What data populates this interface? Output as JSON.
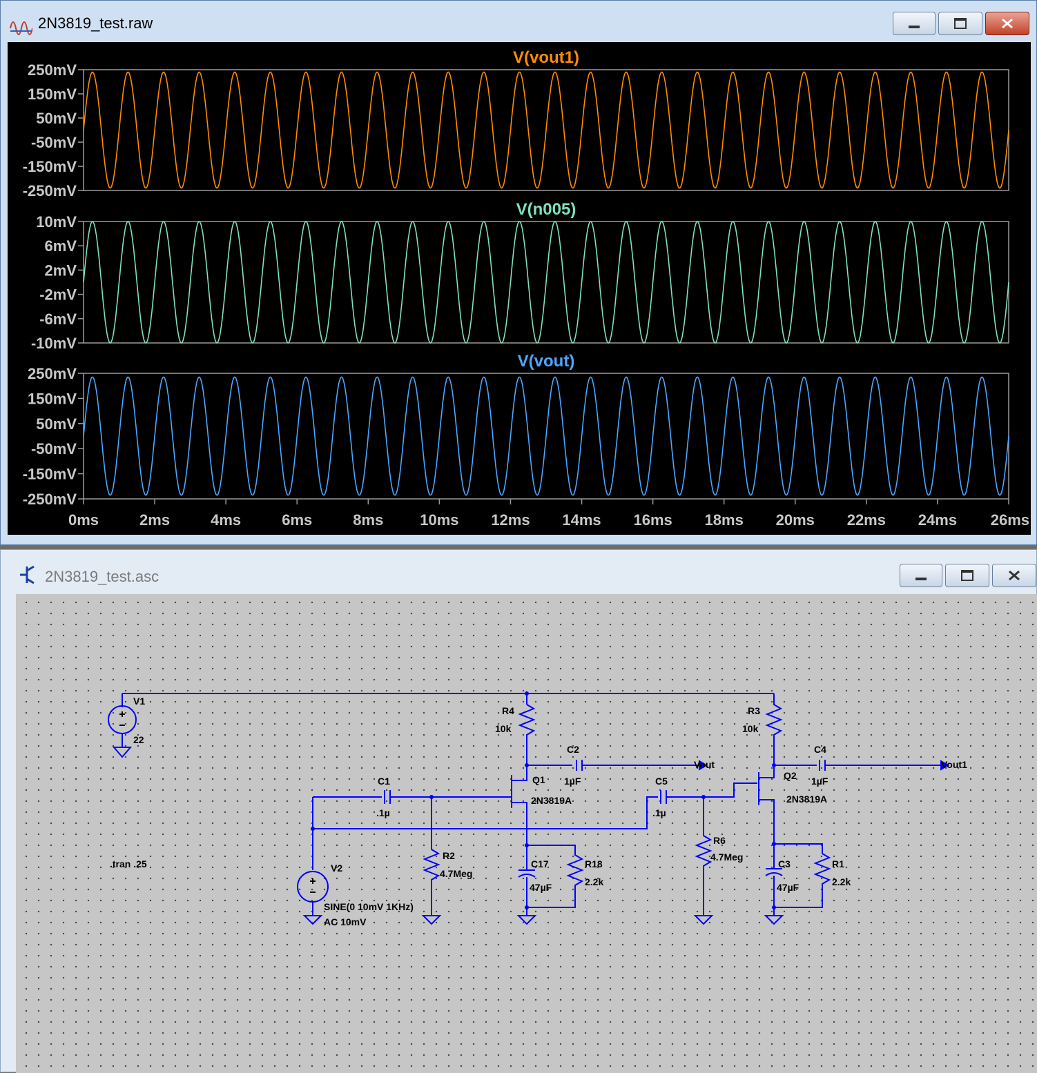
{
  "waveform_window": {
    "title": "2N3819_test.raw",
    "x_ticks": [
      "0ms",
      "2ms",
      "4ms",
      "6ms",
      "8ms",
      "10ms",
      "12ms",
      "14ms",
      "16ms",
      "18ms",
      "20ms",
      "22ms",
      "24ms",
      "26ms"
    ]
  },
  "schematic_window": {
    "title": "2N3819_test.asc",
    "labels": {
      "v1": "V1",
      "v1_value": "22",
      "r4": "R4",
      "r4_value": "10k",
      "r3": "R3",
      "r3_value": "10k",
      "c2": "C2",
      "c2_value": "1µF",
      "c4": "C4",
      "c4_value": "1µF",
      "vout": "Vout",
      "vout1": "Vout1",
      "c1": "C1",
      "c1_value": ".1µ",
      "c5": "C5",
      "c5_value": ".1µ",
      "q1": "Q1",
      "q1_model": "2N3819A",
      "q2": "Q2",
      "q2_model": "2N3819A",
      "r2": "R2",
      "r2_value": "4.7Meg",
      "r6": "R6",
      "r6_value": "4.7Meg",
      "c17": "C17",
      "c17_value": "47µF",
      "r18": "R18",
      "r18_value": "2.2k",
      "c3": "C3",
      "c3_value": "47µF",
      "r1": "R1",
      "r1_value": "2.2k",
      "v2": "V2",
      "v2_line1": "SINE(0 10mV 1KHz)",
      "v2_line2": "AC 10mV",
      "directive": ".tran .25"
    }
  },
  "colors": {
    "vout1": "#ff8c00",
    "n005": "#7fe0c0",
    "vout": "#4da6ff",
    "wire": "#0000ff"
  },
  "chart_data": [
    {
      "type": "line",
      "title": "V(vout1)",
      "x": {
        "unit": "ms",
        "range": [
          0,
          26
        ]
      },
      "ylim": [
        -250,
        250
      ],
      "yticks": [
        "250mV",
        "150mV",
        "50mV",
        "-50mV",
        "-150mV",
        "-250mV"
      ],
      "series": [
        {
          "name": "V(vout1)",
          "waveform": "sine",
          "amplitude_mV": 240,
          "frequency_kHz": 1,
          "color": "#ff8c00"
        }
      ]
    },
    {
      "type": "line",
      "title": "V(n005)",
      "x": {
        "unit": "ms",
        "range": [
          0,
          26
        ]
      },
      "ylim": [
        -10,
        10
      ],
      "yticks": [
        "10mV",
        "6mV",
        "2mV",
        "-2mV",
        "-6mV",
        "-10mV"
      ],
      "series": [
        {
          "name": "V(n005)",
          "waveform": "sine",
          "amplitude_mV": 10,
          "frequency_kHz": 1,
          "color": "#7fe0c0"
        }
      ]
    },
    {
      "type": "line",
      "title": "V(vout)",
      "x": {
        "unit": "ms",
        "range": [
          0,
          26
        ]
      },
      "ylim": [
        -250,
        250
      ],
      "yticks": [
        "250mV",
        "150mV",
        "50mV",
        "-50mV",
        "-150mV",
        "-250mV"
      ],
      "series": [
        {
          "name": "V(vout)",
          "waveform": "sine",
          "amplitude_mV": 235,
          "frequency_kHz": 1,
          "color": "#4da6ff"
        }
      ]
    }
  ]
}
